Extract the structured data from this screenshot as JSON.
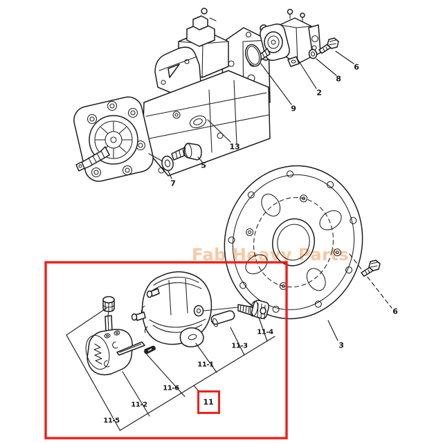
{
  "theme": {
    "background": "#ffffff",
    "line_color": "#1c1c1c",
    "highlight_red": "#ee2018",
    "watermark_color": "#f7c9a3"
  },
  "watermark": {
    "text": "Fab Heavy Parts"
  },
  "diagram_title": "hydraulic pump and coupling exploded parts diagram",
  "labels": [
    {
      "text": "13"
    },
    {
      "text": "9"
    },
    {
      "text": "2"
    },
    {
      "text": "8"
    },
    {
      "text": "6"
    },
    {
      "text": "5"
    },
    {
      "text": "7"
    },
    {
      "text": "3"
    },
    {
      "text": "6"
    },
    {
      "text": "11-1"
    },
    {
      "text": "11-6"
    },
    {
      "text": "11-2"
    },
    {
      "text": "11-5"
    },
    {
      "text": "11-3"
    },
    {
      "text": "11-4"
    },
    {
      "text": "11"
    }
  ]
}
